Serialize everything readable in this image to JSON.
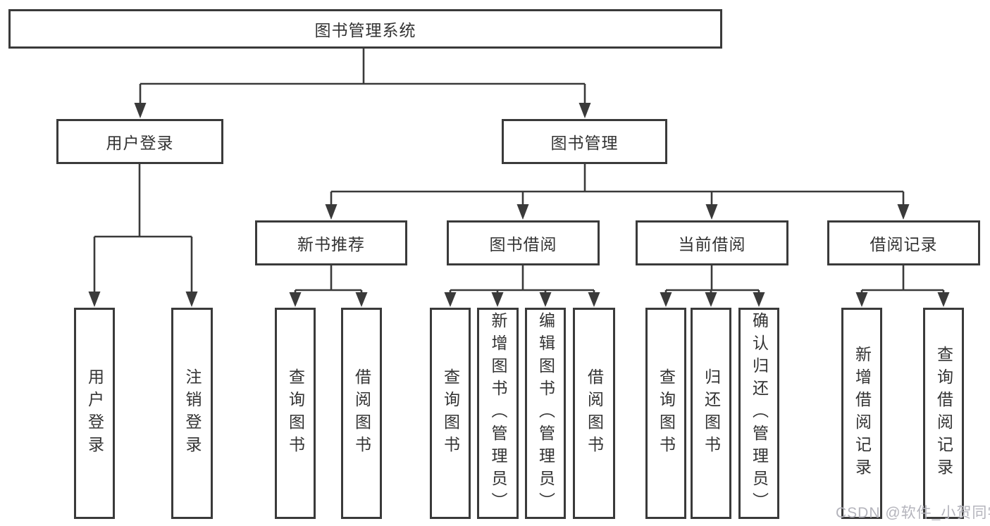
{
  "tree": {
    "root": {
      "label": "图书管理系统"
    },
    "branches": [
      {
        "label": "用户登录",
        "leaves": [
          {
            "label": "用户登录"
          },
          {
            "label": "注销登录"
          }
        ]
      },
      {
        "label": "图书管理",
        "groups": [
          {
            "label": "新书推荐",
            "leaves": [
              {
                "label": "查询图书"
              },
              {
                "label": "借阅图书"
              }
            ]
          },
          {
            "label": "图书借阅",
            "leaves": [
              {
                "label": "查询图书"
              },
              {
                "label": "新增图书（管理员）"
              },
              {
                "label": "编辑图书（管理员）"
              },
              {
                "label": "借阅图书"
              }
            ]
          },
          {
            "label": "当前借阅",
            "leaves": [
              {
                "label": "查询图书"
              },
              {
                "label": "归还图书"
              },
              {
                "label": "确认归还（管理员）"
              }
            ]
          },
          {
            "label": "借阅记录",
            "leaves": [
              {
                "label": "新增借阅记录"
              },
              {
                "label": "查询借阅记录"
              }
            ]
          }
        ]
      }
    ]
  },
  "watermark": {
    "text": "CSDN @软件_小贺同学"
  },
  "colors": {
    "line": "#3a3a3a",
    "text": "#333333",
    "background": "#ffffff",
    "watermark": "#b4b4bc"
  }
}
